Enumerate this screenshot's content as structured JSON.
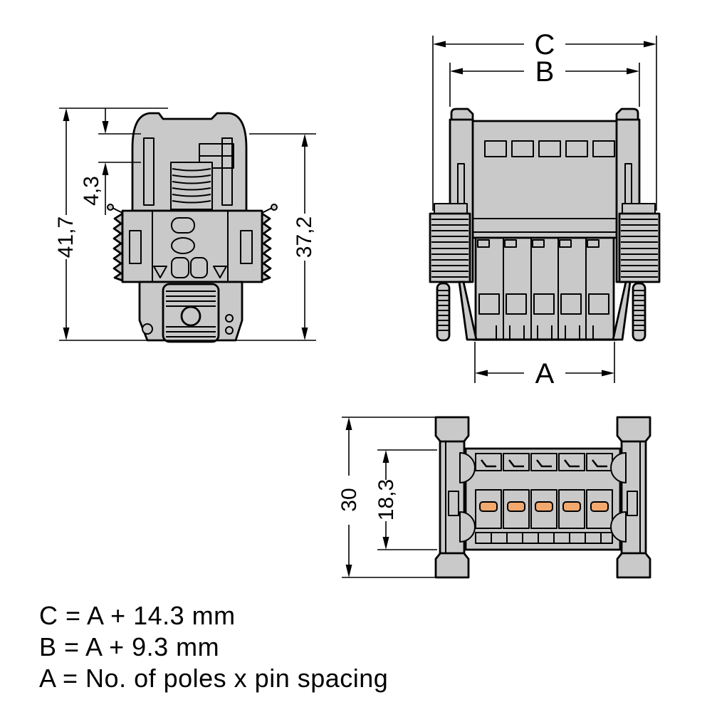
{
  "colors": {
    "background": "#ffffff",
    "ink": "#000000",
    "body_fill": "#c9c9c9",
    "accent": "#f2a96e"
  },
  "side_view": {
    "title": "connector-side-view",
    "dims": {
      "overall_height": "41,7",
      "top_step": "4,3",
      "body_height": "37,2"
    }
  },
  "front_view": {
    "title": "connector-front-view",
    "dims": {
      "total_width": "C",
      "housing_width": "B",
      "pole_width": "A"
    }
  },
  "bottom_view": {
    "title": "connector-bottom-view",
    "dims": {
      "overall_depth": "30",
      "inner_depth": "18,3"
    }
  },
  "formulas": {
    "line1": "C = A + 14.3 mm",
    "line2": "B = A + 9.3 mm",
    "line3": "A = No. of poles x pin spacing"
  }
}
